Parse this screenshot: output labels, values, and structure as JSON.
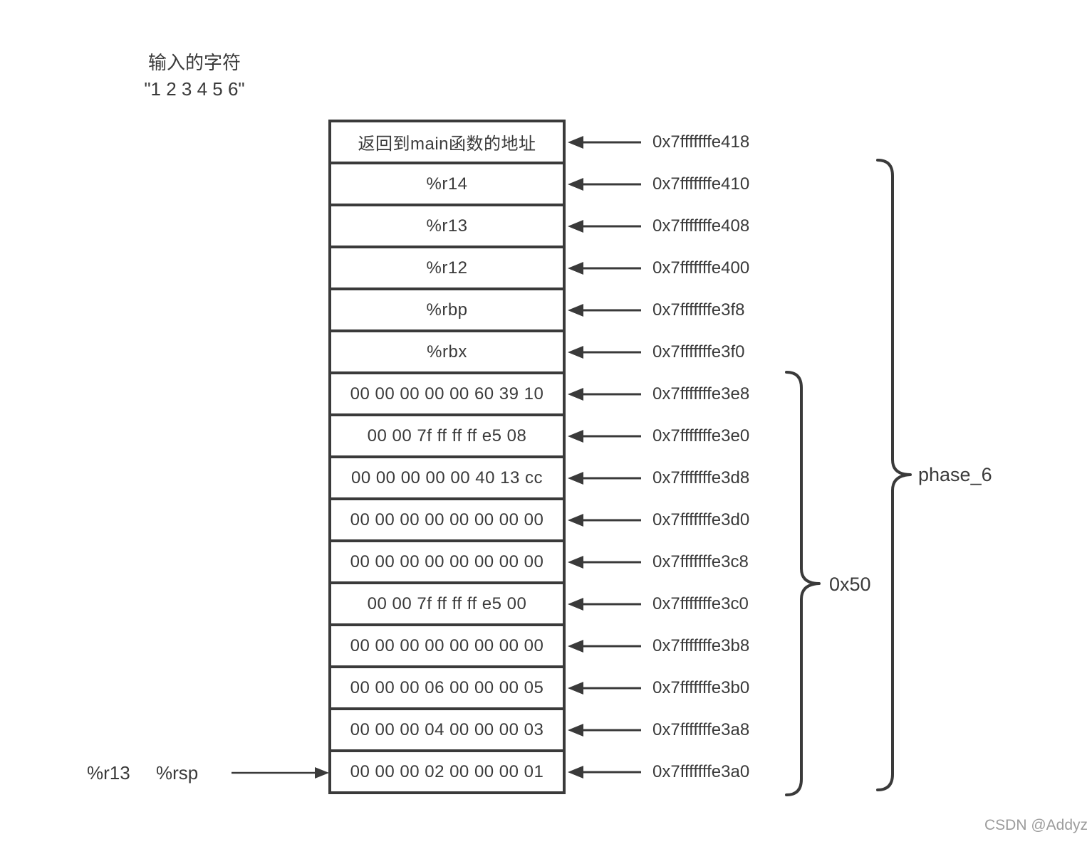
{
  "colors": {
    "ink": "#3a3a3a",
    "paper": "#ffffff",
    "watermark": "#9c9c9c"
  },
  "input_annotation": {
    "line1": "输入的字符",
    "line2": "\"1 2 3 4 5 6\""
  },
  "stack": {
    "rows": [
      {
        "label": "返回到main函数的地址",
        "address": "0x7fffffffe418"
      },
      {
        "label": "%r14",
        "address": "0x7fffffffe410"
      },
      {
        "label": "%r13",
        "address": "0x7fffffffe408"
      },
      {
        "label": "%r12",
        "address": "0x7fffffffe400"
      },
      {
        "label": "%rbp",
        "address": "0x7fffffffe3f8"
      },
      {
        "label": "%rbx",
        "address": "0x7fffffffe3f0"
      },
      {
        "label": "00 00 00 00 00 60 39 10",
        "address": "0x7fffffffe3e8"
      },
      {
        "label": "00 00 7f ff ff ff e5 08",
        "address": "0x7fffffffe3e0"
      },
      {
        "label": "00 00 00 00 00 40 13 cc",
        "address": "0x7fffffffe3d8"
      },
      {
        "label": "00 00 00 00 00 00 00 00",
        "address": "0x7fffffffe3d0"
      },
      {
        "label": "00 00 00 00 00 00 00 00",
        "address": "0x7fffffffe3c8"
      },
      {
        "label": "00 00 7f ff ff ff e5 00",
        "address": "0x7fffffffe3c0"
      },
      {
        "label": "00 00 00 00 00 00 00 00",
        "address": "0x7fffffffe3b8"
      },
      {
        "label": "00 00 00 06 00 00 00 05",
        "address": "0x7fffffffe3b0"
      },
      {
        "label": "00 00 00 04 00 00 00 03",
        "address": "0x7fffffffe3a8"
      },
      {
        "label": "00 00 00 02 00 00 00 01",
        "address": "0x7fffffffe3a0"
      }
    ]
  },
  "braces": {
    "inner_label": "0x50",
    "outer_label": "phase_6"
  },
  "pointers": {
    "r13": "%r13",
    "rsp": "%rsp"
  },
  "watermark": "CSDN @Addyz"
}
